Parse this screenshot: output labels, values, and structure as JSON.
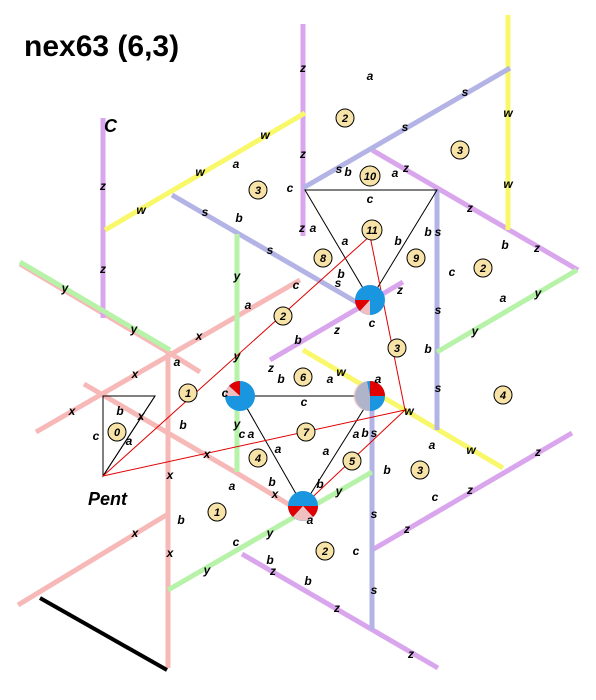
{
  "title": "nex63 (6,3)",
  "corner_label": "C",
  "pent_label": "Pent",
  "colors": {
    "pink": "#f7b8b8",
    "violet": "#d9a6ee",
    "yellow": "#f8f86a",
    "lilac": "#b3b3e6",
    "green": "#b6f2a8",
    "black": "#000000",
    "red": "#e00000",
    "badge_fill": "#f7e3a8",
    "blue": "#1a96e0"
  },
  "edge_labels": {
    "z": "z",
    "a": "a",
    "w": "w",
    "s": "s",
    "b": "b",
    "c": "c",
    "y": "y",
    "x": "x"
  },
  "numbers": {
    "n0": "0",
    "n1": "1",
    "n2": "2",
    "n3": "3",
    "n4": "4",
    "n5": "5",
    "n6": "6",
    "n7": "7",
    "n8": "8",
    "n9": "9",
    "n10": "10",
    "n11": "11"
  }
}
